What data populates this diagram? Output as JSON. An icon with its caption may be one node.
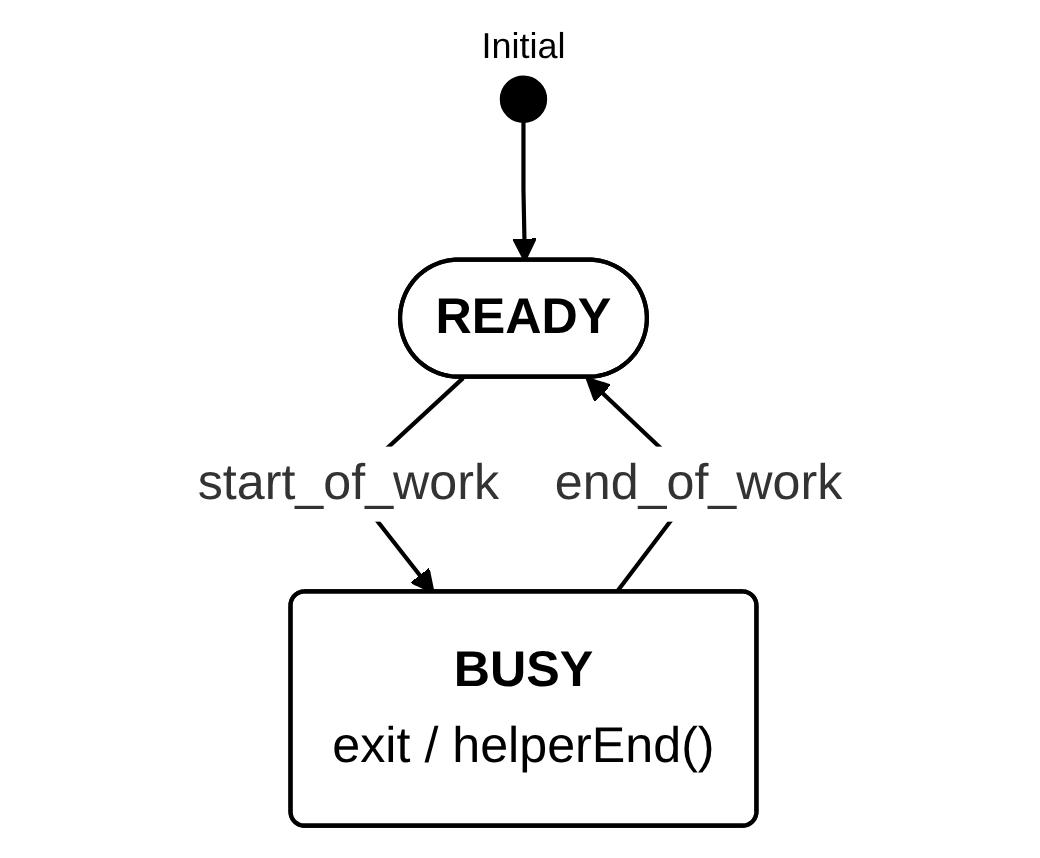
{
  "diagram": {
    "nodes": [
      {
        "text": [],
        "shape": "circle",
        "beside": [
          "Initial"
        ]
      },
      {
        "text": [
          "READY"
        ]
      },
      {
        "text": [
          "BUSY",
          "exit / helperEnd()"
        ]
      }
    ],
    "edges": [
      {
        "from": 0,
        "to": 1,
        "arrow": "to"
      },
      {
        "from": 1,
        "to": 2,
        "arrow": "to",
        "label": "start_of_work"
      },
      {
        "from": 2,
        "to": 1,
        "arrow": "to",
        "label": "end_of_work"
      }
    ]
  }
}
